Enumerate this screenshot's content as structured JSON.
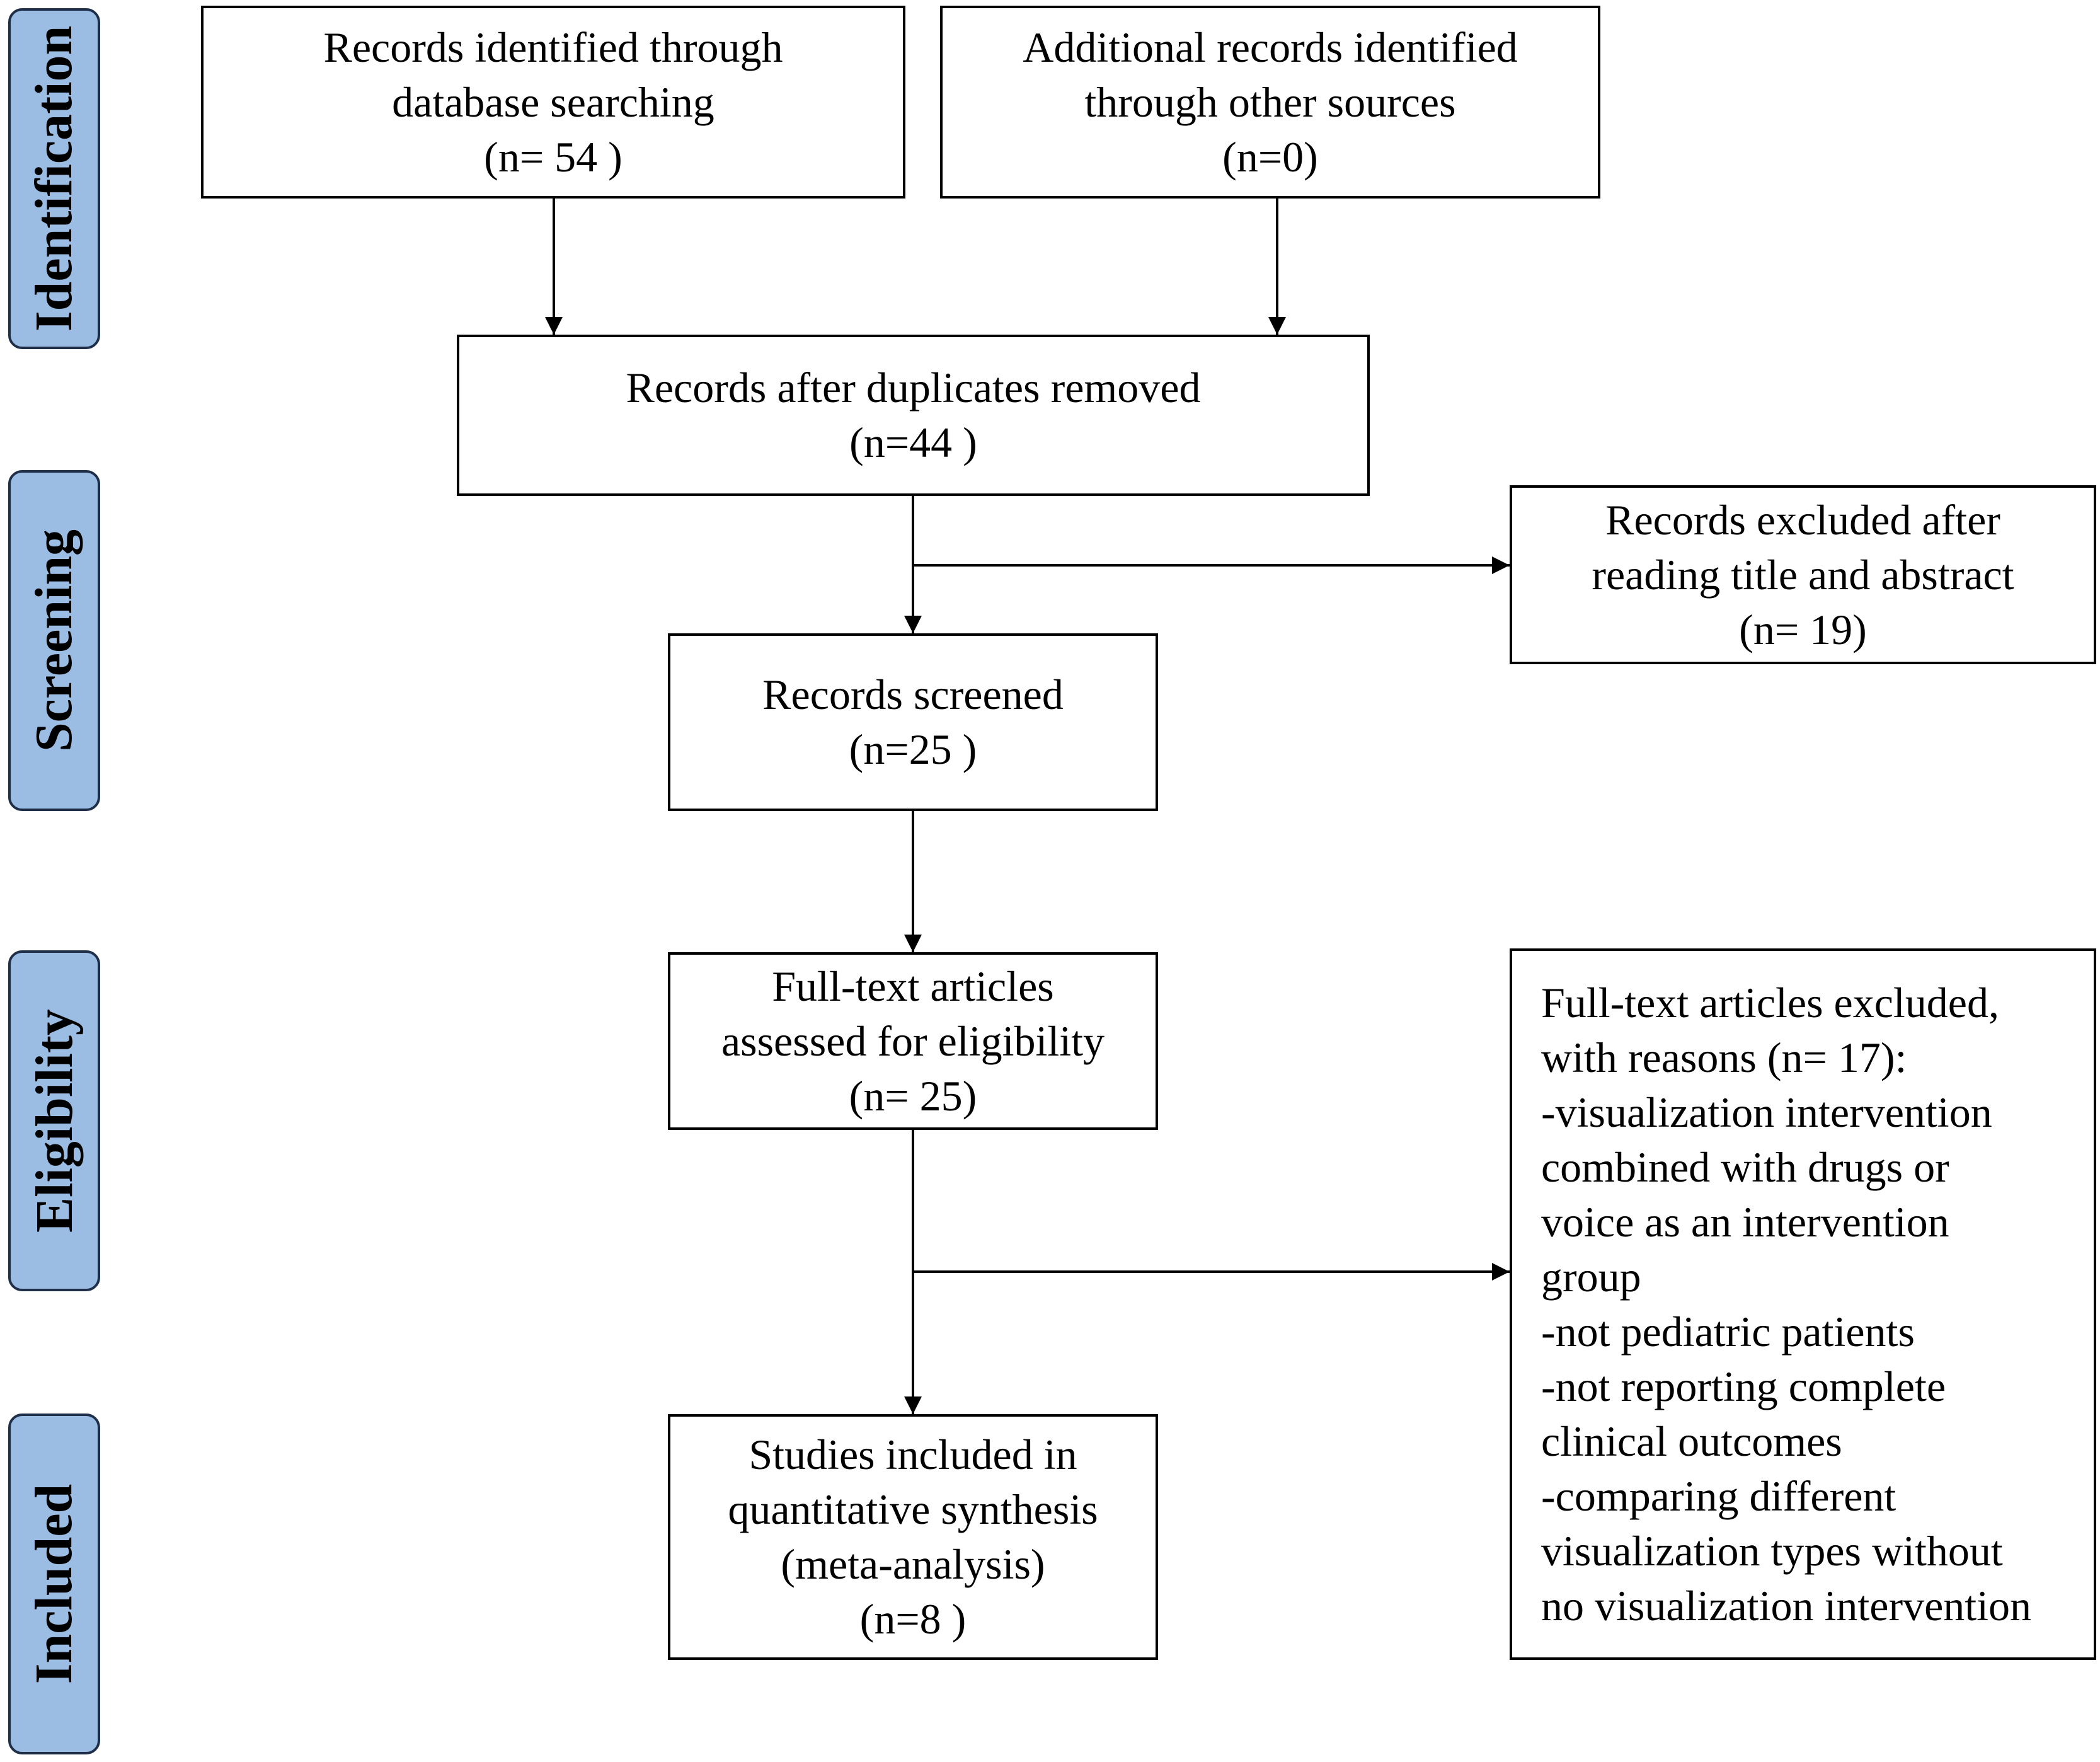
{
  "phases": {
    "identification": "Identification",
    "screening": "Screening",
    "eligibility": "Eligibility",
    "included": "Included"
  },
  "boxes": {
    "database": {
      "lines": [
        "Records identified through",
        "database searching",
        "(n= 54 )"
      ]
    },
    "other_sources": {
      "lines": [
        "Additional records identified",
        "through other sources",
        "(n=0)"
      ]
    },
    "duplicates_removed": {
      "lines": [
        "Records after duplicates removed",
        "(n=44 )"
      ]
    },
    "excluded_title_abstract": {
      "lines": [
        "Records excluded after",
        "reading title and abstract",
        "(n= 19)"
      ]
    },
    "screened": {
      "lines": [
        "Records screened",
        "(n=25 )"
      ]
    },
    "full_text_assessed": {
      "lines": [
        "Full-text articles",
        "assessed  for eligibility",
        "(n= 25)"
      ]
    },
    "full_text_excluded": {
      "lines": [
        "Full-text articles excluded,",
        "with reasons  (n= 17):",
        "-visualization intervention",
        "combined with drugs or",
        "voice as an intervention",
        "group",
        "-not pediatric patients",
        "-not reporting complete",
        "clinical outcomes",
        "-comparing different",
        "visualization types without",
        "no visualization intervention"
      ]
    },
    "included_studies": {
      "lines": [
        "Studies included in",
        "quantitative synthesis",
        "(meta-analysis)",
        "(n=8 )"
      ]
    }
  }
}
